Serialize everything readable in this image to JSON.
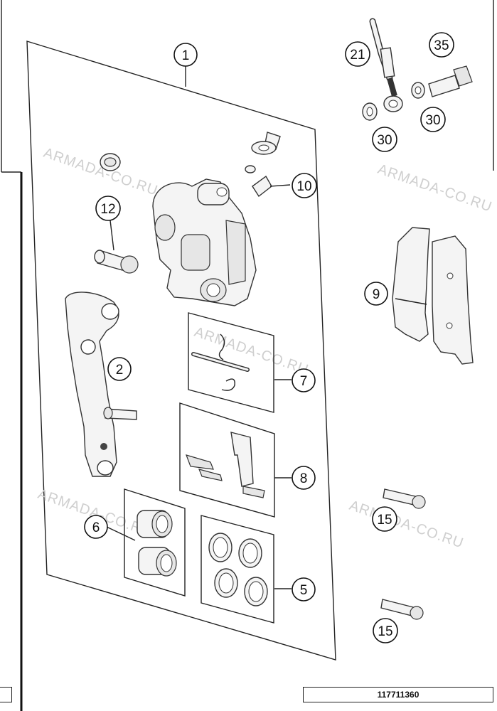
{
  "callouts": [
    {
      "id": "c1",
      "label": "1"
    },
    {
      "id": "c2",
      "label": "2"
    },
    {
      "id": "c5",
      "label": "5"
    },
    {
      "id": "c6",
      "label": "6"
    },
    {
      "id": "c7",
      "label": "7"
    },
    {
      "id": "c8",
      "label": "8"
    },
    {
      "id": "c9",
      "label": "9"
    },
    {
      "id": "c10",
      "label": "10"
    },
    {
      "id": "c12",
      "label": "12"
    },
    {
      "id": "c15a",
      "label": "15"
    },
    {
      "id": "c15b",
      "label": "15"
    },
    {
      "id": "c21",
      "label": "21"
    },
    {
      "id": "c30a",
      "label": "30"
    },
    {
      "id": "c30b",
      "label": "30"
    },
    {
      "id": "c35",
      "label": "35"
    }
  ],
  "watermark": "ARMADA-CO.RU",
  "document_number": "117711360"
}
